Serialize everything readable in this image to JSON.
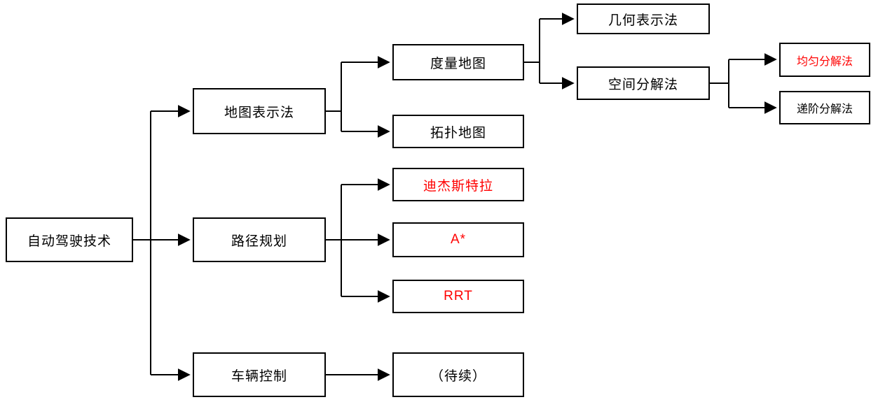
{
  "nodes": {
    "root": {
      "label": "自动驾驶技术",
      "color": "#000000"
    },
    "map_representation": {
      "label": "地图表示法",
      "color": "#000000"
    },
    "path_planning": {
      "label": "路径规划",
      "color": "#000000"
    },
    "vehicle_control": {
      "label": "车辆控制",
      "color": "#000000"
    },
    "metric_map": {
      "label": "度量地图",
      "color": "#000000"
    },
    "topological_map": {
      "label": "拓扑地图",
      "color": "#000000"
    },
    "dijkstra": {
      "label": "迪杰斯特拉",
      "color": "#ff0000"
    },
    "a_star": {
      "label": "A*",
      "color": "#ff0000"
    },
    "rrt": {
      "label": "RRT",
      "color": "#ff0000"
    },
    "to_be_continued": {
      "label": "（待续）",
      "color": "#000000"
    },
    "geometric_representation": {
      "label": "几何表示法",
      "color": "#000000"
    },
    "spatial_decomposition": {
      "label": "空间分解法",
      "color": "#000000"
    },
    "uniform_decomposition": {
      "label": "均匀分解法",
      "color": "#ff0000"
    },
    "hierarchical_decomposition": {
      "label": "递阶分解法",
      "color": "#000000"
    }
  },
  "edges": [
    {
      "from": "root",
      "to": "map_representation"
    },
    {
      "from": "root",
      "to": "path_planning"
    },
    {
      "from": "root",
      "to": "vehicle_control"
    },
    {
      "from": "map_representation",
      "to": "metric_map"
    },
    {
      "from": "map_representation",
      "to": "topological_map"
    },
    {
      "from": "metric_map",
      "to": "geometric_representation"
    },
    {
      "from": "metric_map",
      "to": "spatial_decomposition"
    },
    {
      "from": "spatial_decomposition",
      "to": "uniform_decomposition"
    },
    {
      "from": "spatial_decomposition",
      "to": "hierarchical_decomposition"
    },
    {
      "from": "path_planning",
      "to": "dijkstra"
    },
    {
      "from": "path_planning",
      "to": "a_star"
    },
    {
      "from": "path_planning",
      "to": "rrt"
    },
    {
      "from": "vehicle_control",
      "to": "to_be_continued"
    }
  ],
  "style": {
    "line_color": "#000000",
    "box_background": "#ffffff",
    "highlight_color": "#ff0000"
  }
}
